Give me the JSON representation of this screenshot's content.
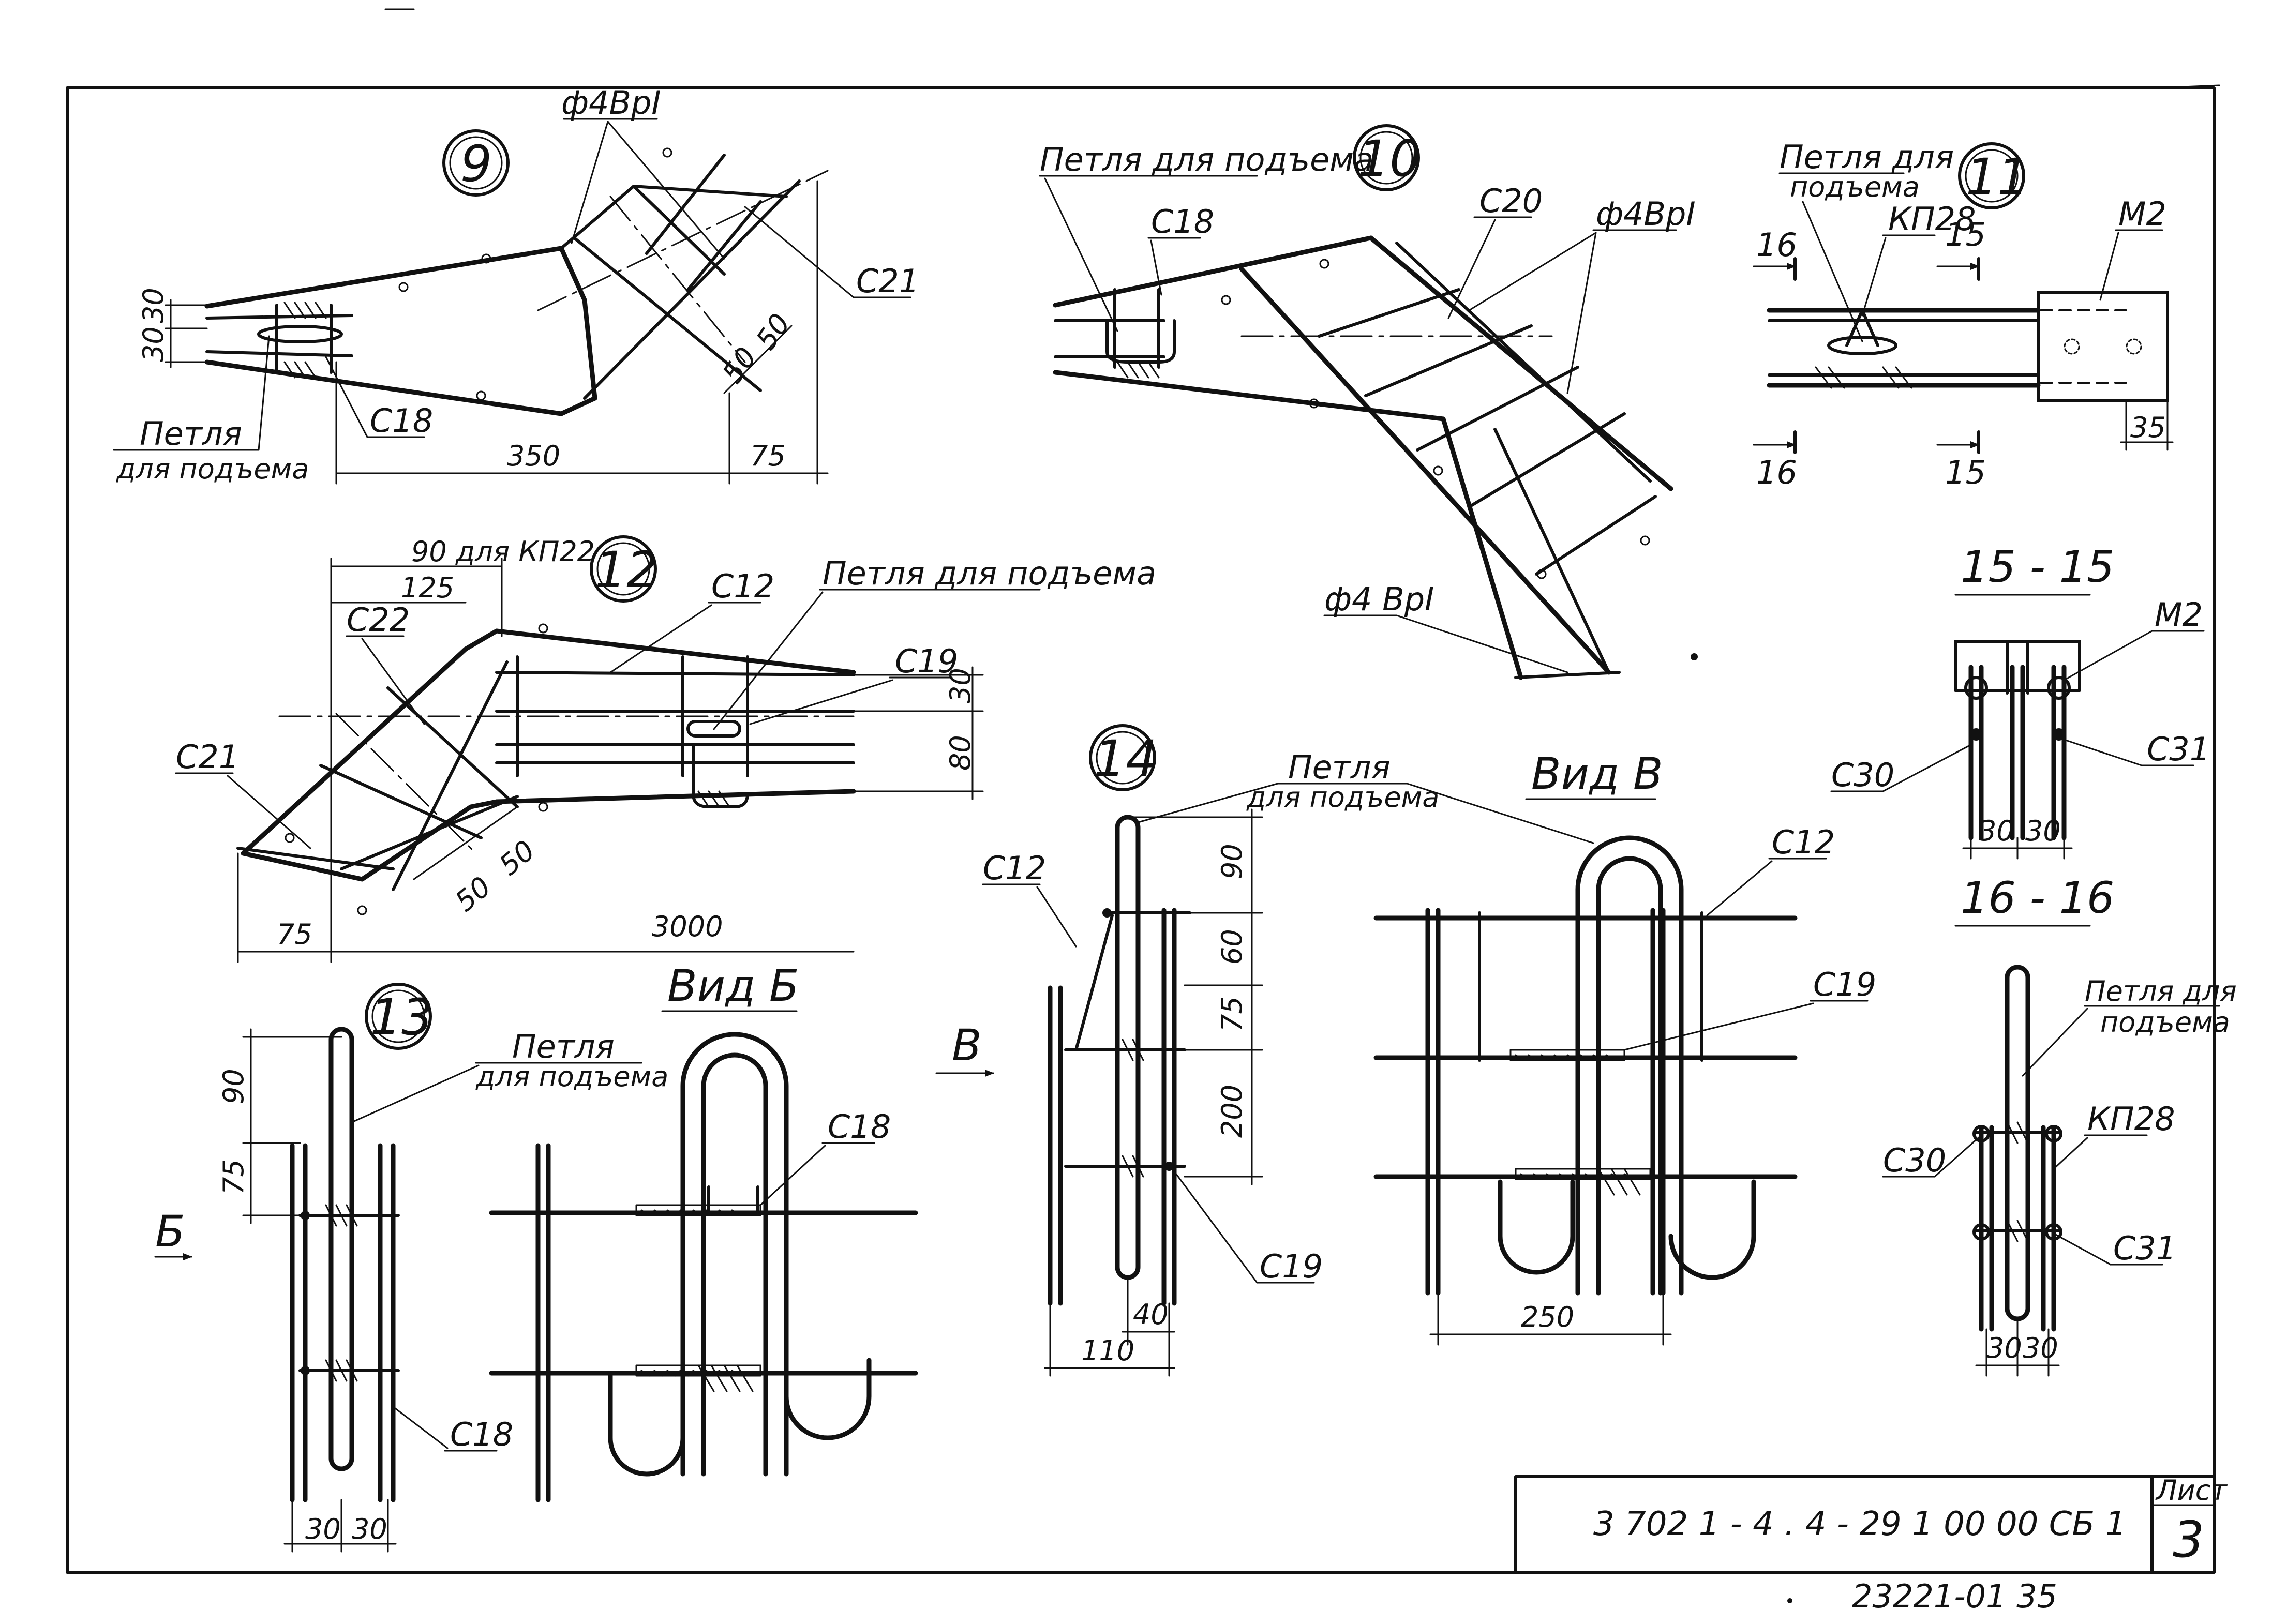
{
  "sheet": {
    "designation": "3 702 1 - 4 .  4 - 29 1 00 00 СБ 1",
    "sheet_label": "Лист",
    "sheet_number": "3",
    "archive_number": "23221-01   35"
  },
  "details": {
    "d9": {
      "number": "9",
      "labels": {
        "rod_spec": "ф4ВрI",
        "c21": "С21",
        "c18": "С18",
        "loop_line1": "Петля",
        "loop_line2": "для подъема"
      },
      "dims": {
        "d30a": "30",
        "d30b": "30",
        "d350": "350",
        "d75": "75",
        "d50a": "50",
        "d50b": "50"
      }
    },
    "d10": {
      "number": "10",
      "labels": {
        "loop": "Петля для подъема",
        "c18": "С18",
        "c20": "С20",
        "rod_spec_top": "ф4ВрI",
        "rod_spec_bottom": "ф4 ВрI"
      }
    },
    "d11": {
      "number": "11",
      "labels": {
        "loop_line1": "Петля для",
        "loop_line2": "подъема",
        "kp28": "КП28",
        "m2": "М2"
      },
      "section_marks": {
        "s16_top": "16",
        "s15_top": "15",
        "s16_bottom": "16",
        "s15_bottom": "15"
      },
      "dims": {
        "d35": "35"
      }
    },
    "d12": {
      "number": "12",
      "labels": {
        "c12": "С12",
        "c22": "С22",
        "c21": "С21",
        "c19": "С19",
        "loop": "Петля для подъема"
      },
      "dims": {
        "d90": "90 для  КП22",
        "d125": "125",
        "d30": "30",
        "d80": "80",
        "d50a": "50",
        "d50b": "50",
        "d75": "75",
        "d3000": "3000"
      }
    },
    "d13": {
      "number": "13",
      "labels": {
        "loop_line1": "Петля",
        "loop_line2": "для подъема",
        "c18": "С18",
        "view_arrow": "Б"
      },
      "dims": {
        "d90": "90",
        "d75": "75",
        "d30a": "30",
        "d30b": "30"
      }
    },
    "d14": {
      "number": "14",
      "labels": {
        "loop_line1": "Петля",
        "loop_line2": "для подъема",
        "c12": "С12",
        "c19": "С19",
        "view_arrow": "В"
      },
      "dims": {
        "d90": "90",
        "d60": "60",
        "d75": "75",
        "d200": "200",
        "d40": "40",
        "d110": "110"
      }
    }
  },
  "views": {
    "vb": {
      "title": "Вид Б",
      "labels": {
        "c18": "С18"
      }
    },
    "vv": {
      "title": "Вид В",
      "labels": {
        "c12": "С12",
        "c19": "С19"
      },
      "dims": {
        "d250": "250"
      }
    }
  },
  "sections": {
    "s1515": {
      "title": "15 - 15",
      "labels": {
        "m2": "М2",
        "c30": "С30",
        "c31": "С31"
      },
      "dims": {
        "d30a": "30",
        "d30b": "30"
      }
    },
    "s1616": {
      "title": "16 - 16",
      "labels": {
        "loop_line1": "Петля для",
        "loop_line2": "подъема",
        "kp28": "КП28",
        "c30": "С30",
        "c31": "С31"
      },
      "dims": {
        "d30a": "30",
        "d30b": "30"
      }
    }
  }
}
